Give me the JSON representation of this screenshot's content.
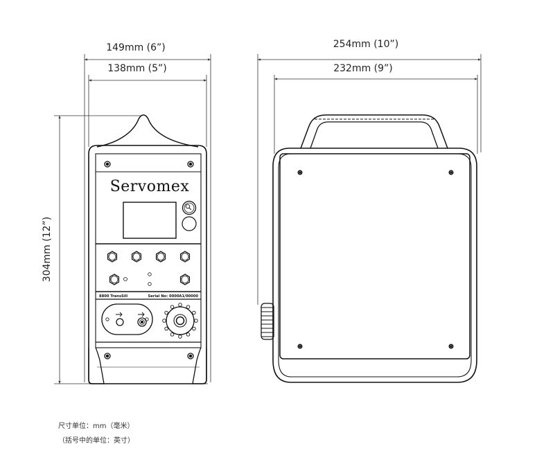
{
  "dimensions": {
    "front_outer_width": "149mm (6”)",
    "front_inner_width": "138mm (5”)",
    "side_outer_width": "254mm (10”)",
    "side_inner_width": "232mm (9”)",
    "height": "304mm (12”)"
  },
  "front_panel": {
    "brand": "Servomex",
    "model_label": "8800 TransSill",
    "serial_label": "Serial No: 0000A1/00000"
  },
  "notes": {
    "unit_line": "尺寸单位：mm（毫米）",
    "bracket_line": "（括号中的单位：英寸）"
  }
}
